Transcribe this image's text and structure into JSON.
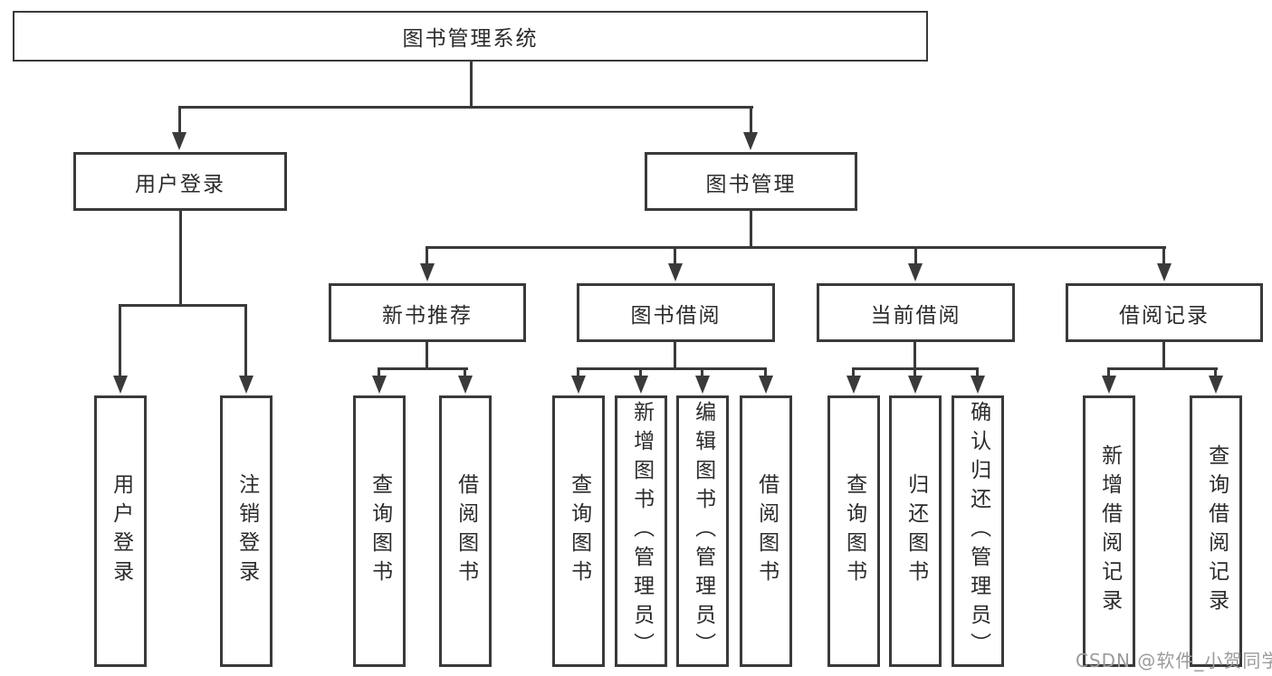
{
  "tree": {
    "label": "图书管理系统",
    "children": [
      {
        "label": "用户登录",
        "children": [
          {
            "label": "用户登录"
          },
          {
            "label": "注销登录"
          }
        ]
      },
      {
        "label": "图书管理",
        "children": [
          {
            "label": "新书推荐",
            "children": [
              {
                "label": "查询图书"
              },
              {
                "label": "借阅图书"
              }
            ]
          },
          {
            "label": "图书借阅",
            "children": [
              {
                "label": "查询图书"
              },
              {
                "label": "新增图书（管理员）"
              },
              {
                "label": "编辑图书（管理员）"
              },
              {
                "label": "借阅图书"
              }
            ]
          },
          {
            "label": "当前借阅",
            "children": [
              {
                "label": "查询图书"
              },
              {
                "label": "归还图书"
              },
              {
                "label": "确认归还（管理员）"
              }
            ]
          },
          {
            "label": "借阅记录",
            "children": [
              {
                "label": "新增借阅记录"
              },
              {
                "label": "查询借阅记录"
              }
            ]
          }
        ]
      }
    ]
  },
  "watermark": {
    "text": "CSDN @软件_小贺同学"
  },
  "colors": {
    "line": "#3a3a3a",
    "text": "#2b2b2b",
    "watermark_text": "#9b9b9b",
    "background": "#ffffff"
  }
}
